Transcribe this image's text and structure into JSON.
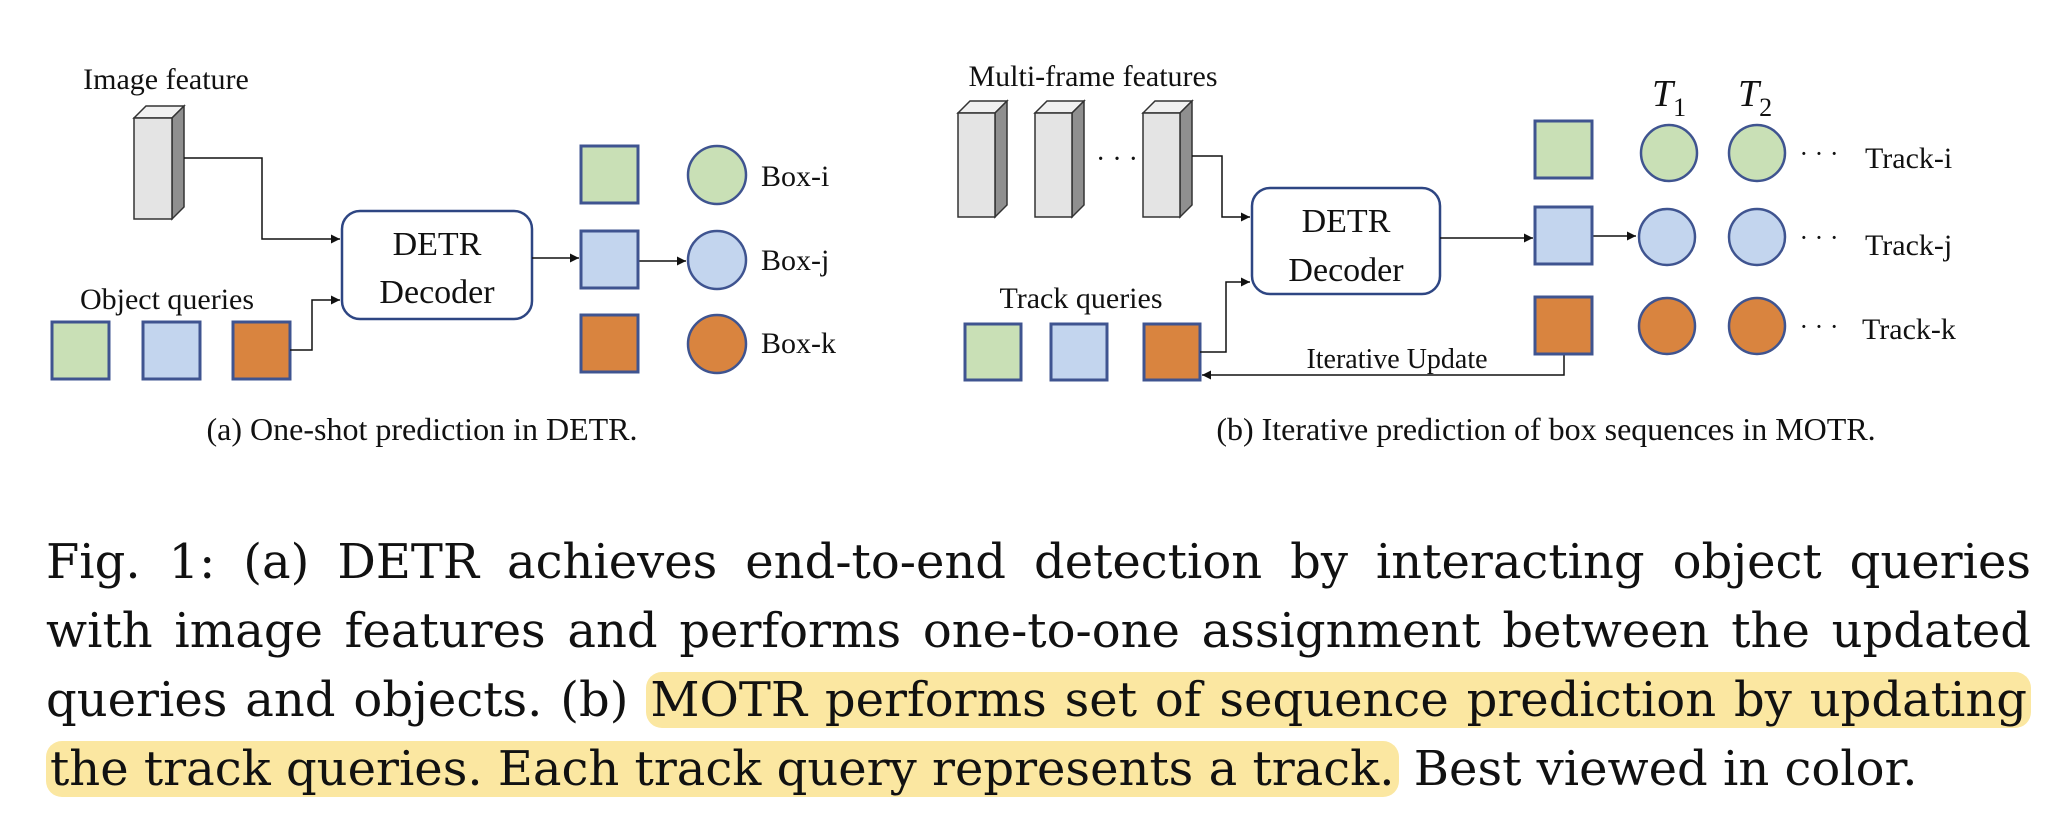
{
  "colors": {
    "green": "#c9e0b6",
    "blue": "#c3d5ee",
    "orange": "#d9843f",
    "box_border": "#3f5490",
    "decoder_border": "#2e4683",
    "highlight": "#fbe7a1"
  },
  "panel_a": {
    "image_feature_label": "Image feature",
    "object_queries_label": "Object queries",
    "decoder_line1": "DETR",
    "decoder_line2": "Decoder",
    "box_labels": [
      "Box-i",
      "Box-j",
      "Box-k"
    ],
    "caption": "(a) One-shot prediction in DETR."
  },
  "panel_b": {
    "features_label": "Multi-frame features",
    "ellipsis": "· · ·",
    "track_queries_label": "Track queries",
    "decoder_line1": "DETR",
    "decoder_line2": "Decoder",
    "iterative_update_label": "Iterative Update",
    "t1": "T",
    "t1_sub": "1",
    "t2": "T",
    "t2_sub": "2",
    "track_ellipsis": "· · ·",
    "track_labels": [
      "Track-i",
      "Track-j",
      "Track-k"
    ],
    "caption": "(b) Iterative prediction of box sequences in MOTR."
  },
  "figure_caption": {
    "line1": "Fig. 1: (a) DETR achieves end-to-end detection by interacting object queries",
    "line2": "with image features and performs one-to-one assignment between the updated",
    "line3_pre": "queries and objects. (b) ",
    "line3_hl": "MOTR performs set of sequence prediction by updating",
    "line4_hl": "the track queries. Each track query represents a track.",
    "line4_post": " Best viewed in color."
  }
}
